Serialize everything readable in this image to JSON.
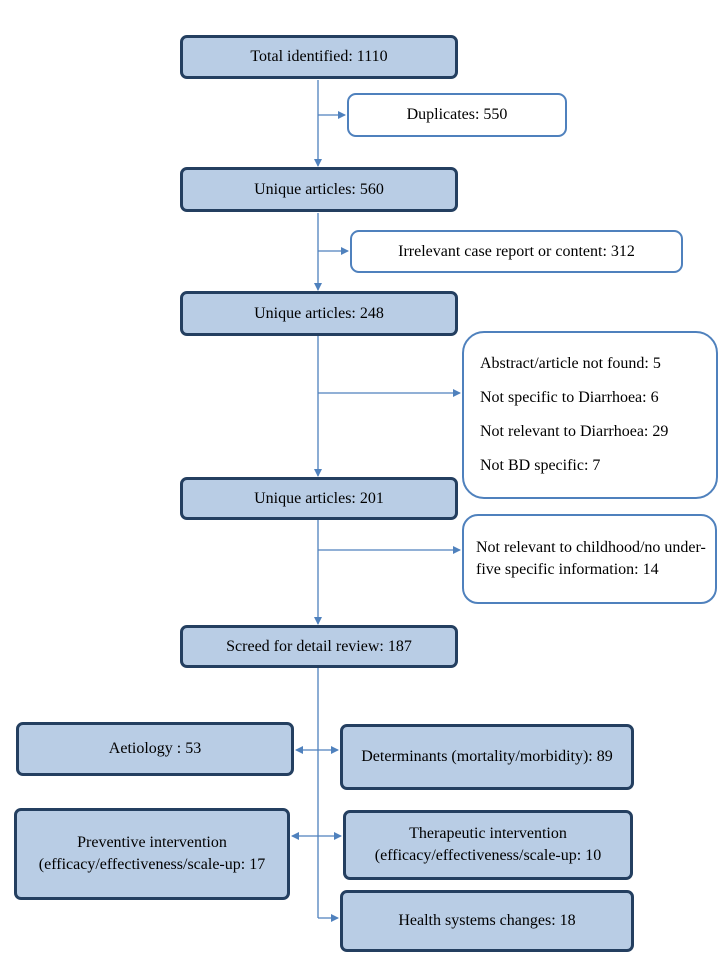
{
  "boxes": {
    "total": "Total identified: 1110",
    "duplicates": "Duplicates: 550",
    "unique1": "Unique articles: 560",
    "irrelevant": "Irrelevant case report or content: 312",
    "unique2": "Unique articles: 248",
    "excl_list": [
      "Abstract/article not found: 5",
      "Not specific to Diarrhoea: 6",
      "Not relevant to Diarrhoea: 29",
      "Not BD specific: 7"
    ],
    "unique3": "Unique articles: 201",
    "childhood": "Not relevant to childhood/no under-five specific information: 14",
    "screened": "Screed for detail review: 187",
    "aetiology": "Aetiology : 53",
    "determinants": "Determinants (mortality/morbidity): 89",
    "preventive": "Preventive intervention (efficacy/effectiveness/scale-up: 17",
    "therapeutic": "Therapeutic intervention (efficacy/effectiveness/scale-up: 10",
    "health": "Health systems changes: 18"
  },
  "colors": {
    "main_fill": "#b9cde5",
    "main_border": "#243f60",
    "side_border": "#4f81bd",
    "arrow": "#4f81bd"
  }
}
